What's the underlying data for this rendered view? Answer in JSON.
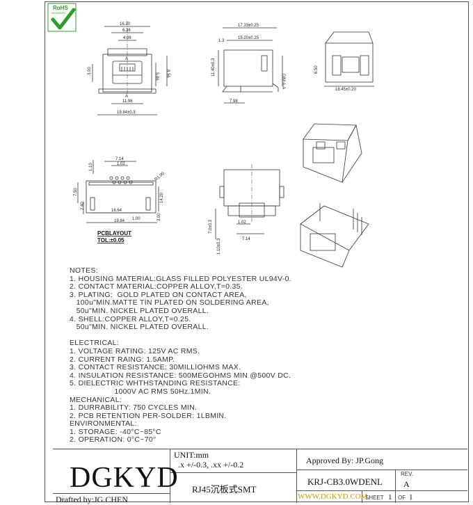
{
  "rohs": {
    "mark": "RoHS",
    "sub": "2002/95/EC"
  },
  "dims": {
    "front": [
      "16.20",
      "6.36",
      "4.06",
      "3.00",
      "5.86",
      "8.56",
      "11.96",
      "19.84±0.3",
      "A",
      "A"
    ],
    "side": [
      "17.33±0.25",
      "15.20±0.25",
      "1.3",
      "11.40±0.3",
      "DIM A-A",
      "7.98"
    ],
    "iso_top": [
      "6.50",
      "18.45±0.20"
    ],
    "layout": [
      "7.14",
      "1.02",
      "1.10",
      "R1.00",
      "7.50",
      "14.20",
      "2.40",
      "16.64",
      "1.00",
      "3.00",
      "19.84"
    ],
    "layout_title": "PCBLAYOUT",
    "layout_tol": "TOL:±0.05",
    "bottom": [
      "7.0±0.3",
      "1.10±0.3",
      "1.02",
      "7.14"
    ]
  },
  "notes": [
    "NOTES:",
    "1. HOUSING MATERIAL:GLASS FILLED POLYESTER UL94V-0.",
    "2. CONTACT MATERIAL:COPPER ALLOY,T=0.35.",
    "3. PLATING:  GOLD PLATED ON CONTACT AREA,",
    "   100u\"MIN.MATTE TIN PLATED ON SOLDERING AREA,",
    "   50u\"MIN. NICKEL PLATED OVERALL.",
    "4. SHELL:COPPER ALLOY,T=0.25.",
    "   50u\"MIN. NICKEL PLATED OVERALL.",
    "",
    "ELECTRICAL:",
    "1. VOLTAGE RATING: 125V AC RMS.",
    "2. CURRENT RAING: 1.5AMP.",
    "3. CONTACT RESISTANCE: 30MILLIOHMS MAX.",
    "4. INSULATION RESISTANCE: 500MEGOHMS MIN @500V DC.",
    "5. DIELECTRIC WHTHSTANDING RESISTANCE:",
    "                    1000V AC RMS 50Hz.1MIN.",
    "MECHANICAL:",
    "1. DURRABILITY: 750 CYCLES MIN.",
    "2. PCB RETENTION PER-SOLDER: 1LBMIN.",
    "ENVIRONMENTAL:",
    "1. STORAGE: -40°C~85°C",
    "2. OPERATION: 0°C~70°"
  ],
  "titleblock": {
    "brand": "DGKYD",
    "drafted": "Drafted by:JG.CHEN",
    "unit": "UNIT:mm",
    "tolerance": ".x   +/-0.3,  .xx  +/-0.2",
    "title": "RJ45沉板式SMT",
    "approved": "Approved By: JP.Gong",
    "part": "KRJ-CB3.0WDENL",
    "rev_label": "REV.",
    "rev": "A",
    "website": "WWW.DGKYD.COM",
    "sheet_label": "SHEET",
    "sheet_no": "1",
    "sheet_of": "OF",
    "sheet_total": "1"
  }
}
